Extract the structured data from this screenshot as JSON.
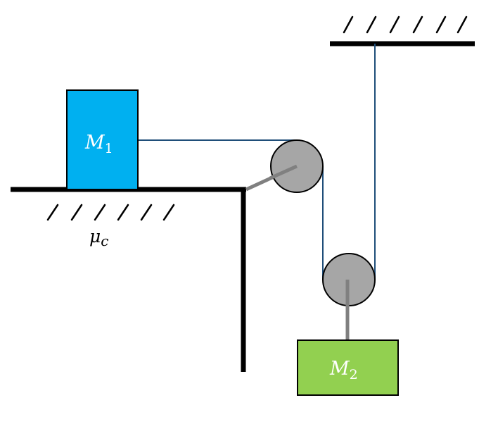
{
  "labels": {
    "mass1_letter": "M",
    "mass1_index": "1",
    "mass2_letter": "M",
    "mass2_index": "2",
    "friction_letter": "μ",
    "friction_index": "c"
  },
  "colors": {
    "mass1_fill": "#00b0f0",
    "mass2_fill": "#92d050",
    "pulley_fill": "#a6a6a6",
    "rope": "#1f4e79",
    "rod": "#808080",
    "structure": "#000000",
    "mass_text": "#ffffff",
    "friction_text": "#000000"
  }
}
